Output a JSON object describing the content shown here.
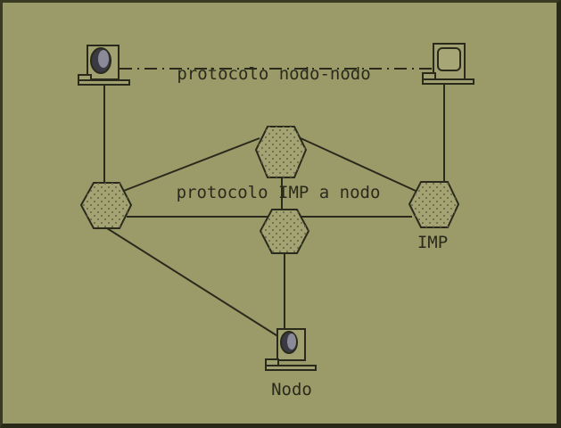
{
  "diagram": {
    "labels": {
      "protocol_node_node": "protocolo nodo-nodo",
      "protocol_imp_node": "protocolo IMP a nodo",
      "imp": "IMP",
      "node": "Nodo"
    },
    "nodes": [
      {
        "id": "host-left",
        "type": "computer"
      },
      {
        "id": "host-right",
        "type": "computer"
      },
      {
        "id": "host-bottom",
        "type": "computer",
        "label": "Nodo"
      },
      {
        "id": "imp-top",
        "type": "hexagon"
      },
      {
        "id": "imp-left",
        "type": "hexagon"
      },
      {
        "id": "imp-right",
        "type": "hexagon",
        "label": "IMP"
      },
      {
        "id": "imp-middle",
        "type": "hexagon"
      }
    ],
    "edges": [
      {
        "from": "host-left",
        "to": "host-right",
        "style": "dash-dot"
      },
      {
        "from": "host-left",
        "to": "imp-left",
        "style": "solid"
      },
      {
        "from": "host-right",
        "to": "imp-right",
        "style": "solid"
      },
      {
        "from": "imp-left",
        "to": "imp-top",
        "style": "solid"
      },
      {
        "from": "imp-top",
        "to": "imp-right",
        "style": "solid"
      },
      {
        "from": "imp-top",
        "to": "imp-middle",
        "style": "solid"
      },
      {
        "from": "imp-left",
        "to": "imp-right",
        "style": "solid"
      },
      {
        "from": "imp-middle",
        "to": "host-bottom",
        "style": "solid"
      },
      {
        "from": "imp-left",
        "to": "host-bottom",
        "style": "solid"
      }
    ],
    "colors": {
      "background": "#9b9b6a",
      "line": "#2a2a1c",
      "hex_fill": "#a3a374",
      "dot": "#6d6d4a"
    }
  }
}
